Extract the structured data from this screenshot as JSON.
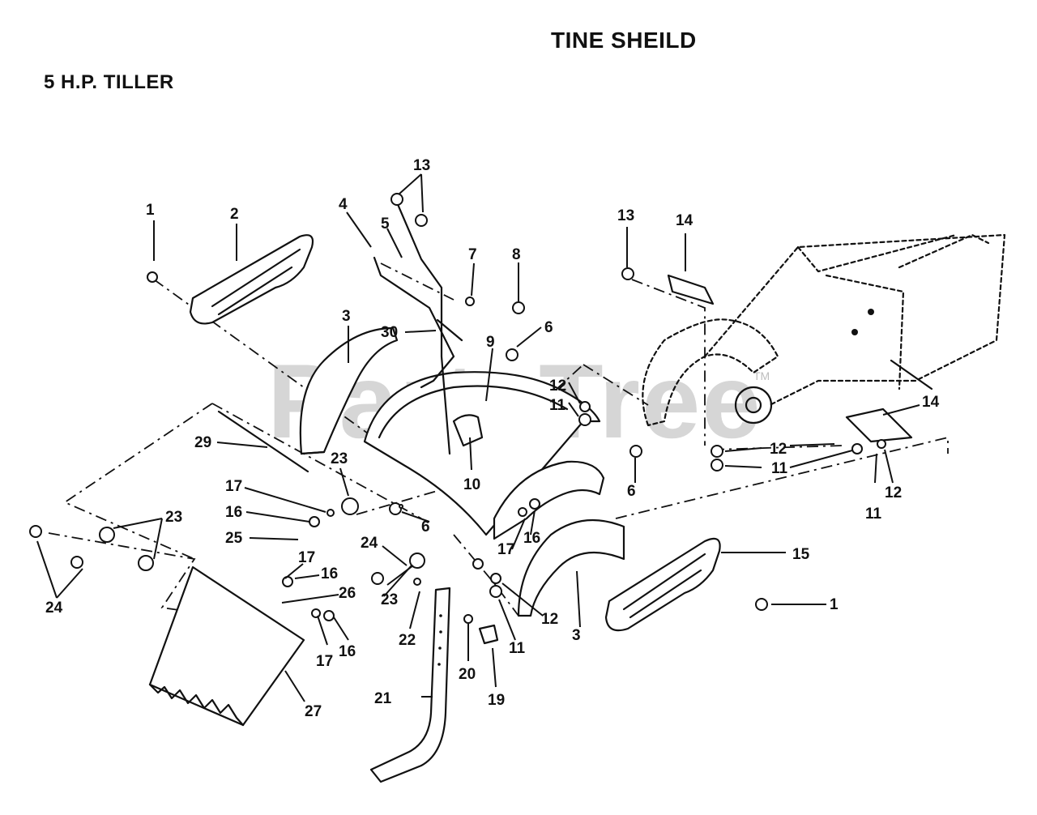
{
  "title": "TINE SHEILD",
  "subtitle": "5 H.P.  TILLER",
  "watermark": "PartsTree",
  "watermark_mark": "TM",
  "callouts": [
    "1",
    "2",
    "3",
    "4",
    "5",
    "13",
    "7",
    "8",
    "30",
    "6",
    "9",
    "12",
    "11",
    "10",
    "13",
    "14",
    "29",
    "23",
    "17",
    "16",
    "25",
    "6",
    "24",
    "17",
    "16",
    "26",
    "23",
    "22",
    "17",
    "16",
    "24",
    "23",
    "27",
    "21",
    "20",
    "19",
    "11",
    "12",
    "3",
    "17",
    "16",
    "6",
    "15",
    "1",
    "12",
    "11",
    "14",
    "12",
    "11"
  ]
}
